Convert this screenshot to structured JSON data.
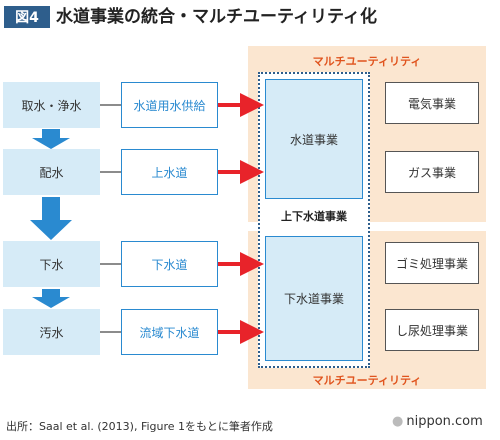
{
  "header": {
    "badge": "図4",
    "title": "水道事業の統合・マルチユーティリティ化"
  },
  "multi_utility_label": "マルチユーティリティ",
  "integration_label": "上下水道事業",
  "process": [
    "取水・浄水",
    "配水",
    "下水",
    "汚水"
  ],
  "services": [
    "水道用水供給",
    "上水道",
    "下水道",
    "流域下水道"
  ],
  "business": {
    "water": "水道事業",
    "sewer": "下水道事業"
  },
  "utilities": {
    "electricity": "電気事業",
    "gas": "ガス事業",
    "waste": "ゴミ処理事業",
    "night_soil": "し尿処理事業"
  },
  "footer": {
    "source": "出所：Saal et al. (2013), Figure 1をもとに筆者作成",
    "brand": "nippon.com"
  },
  "colors": {
    "accent_blue": "#2a8ad0",
    "dark_blue": "#2e5e8c",
    "light_blue": "#d6ebf7",
    "orange_bg": "#fbe6d0",
    "orange_text": "#e0541e",
    "arrow_red": "#e8232a"
  }
}
